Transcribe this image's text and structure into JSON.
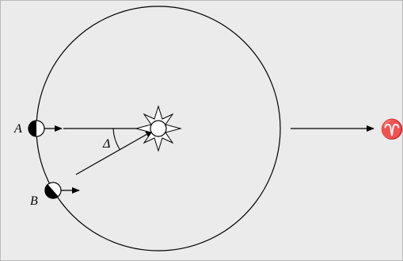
{
  "labels": {
    "earth_a": "A",
    "earth_b": "B",
    "angle": "Δ",
    "vernal_equinox_symbol": "♈"
  },
  "colors": {
    "panel_fill": "#ebebeb",
    "panel_border": "#b9b9b9",
    "ink": "#000000",
    "lit_side": "#ffffff"
  },
  "icons": {
    "sun": "sun-icon",
    "earth": "earth-phase-icon",
    "arrow": "arrow-right-icon"
  }
}
